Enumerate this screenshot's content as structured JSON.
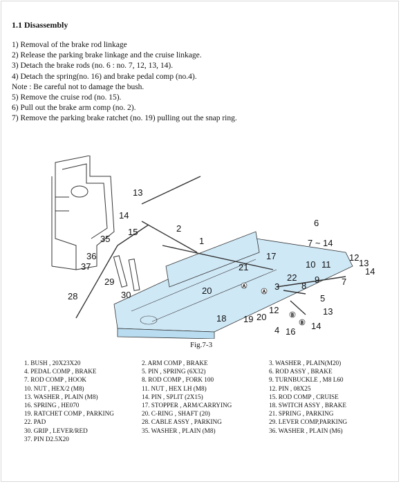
{
  "section": {
    "title": "1.1 Disassembly"
  },
  "steps": [
    "1) Removal of the brake rod linkage",
    "2) Release the parking brake linkage and the cruise linkage.",
    "3) Detach the brake rods (no. 6  : no. 7, 12, 13, 14).",
    "4) Detach the spring(no. 16) and brake pedal comp (no.4).",
    "Note : Be careful not to damage the bush.",
    "5) Remove the cruise rod (no. 15).",
    "6) Pull out the brake arm comp (no. 2).",
    "7) Remove the parking brake ratchet (no. 19) pulling out the snap ring."
  ],
  "diagram": {
    "callouts": [
      "13",
      "14",
      "2",
      "15",
      "35",
      "1",
      "36",
      "37",
      "29",
      "28",
      "30",
      "20",
      "18",
      "19",
      "20",
      "12",
      "17",
      "21",
      "3",
      "22",
      "8",
      "9",
      "10",
      "11",
      "6",
      "7 ~ 14",
      "12",
      "13",
      "14",
      "7",
      "5",
      "13",
      "14",
      "4",
      "16"
    ],
    "symbols": [
      "A",
      "A",
      "B",
      "B"
    ],
    "colors": {
      "frame": "#cfe8f6",
      "line": "#333333"
    }
  },
  "figure": {
    "caption": "Fig.7-3"
  },
  "parts": [
    [
      "1. BUSH , 20X23X20",
      "2. ARM COMP , BRAKE",
      "3. WASHER , PLAIN(M20)"
    ],
    [
      "4. PEDAL COMP , BRAKE",
      "5. PIN , SPRING (6X32)",
      "6. ROD ASSY , BRAKE"
    ],
    [
      "7. ROD COMP , HOOK",
      "8. ROD COMP , FORK 100",
      "9. TURNBUCKLE , M8 L60"
    ],
    [
      "10. NUT , HEX/2 (M8)",
      "11. NUT , HEX LH (M8)",
      "12. PIN , 08X25"
    ],
    [
      "13. WASHER , PLAIN (M8)",
      "14. PIN , SPLIT (2X15)",
      "15. ROD COMP , CRUISE"
    ],
    [
      "16. SPRING , HE070",
      "17. STOPPER , ARM/CARRYING",
      "18. SWITCH ASSY , BRAKE"
    ],
    [
      "19. RATCHET COMP , PARKING",
      "20. C-RING , SHAFT (20)",
      "21. SPRING , PARKING"
    ],
    [
      "22. PAD",
      "28. CABLE ASSY , PARKING",
      "29. LEVER COMP,PARKING"
    ],
    [
      "30. GRIP , LEVER/RED",
      "35. WASHER , PLAIN (M8)",
      "36. WASHER , PLAIN (M6)"
    ],
    [
      "37. PIN D2.5X20",
      "",
      ""
    ]
  ]
}
